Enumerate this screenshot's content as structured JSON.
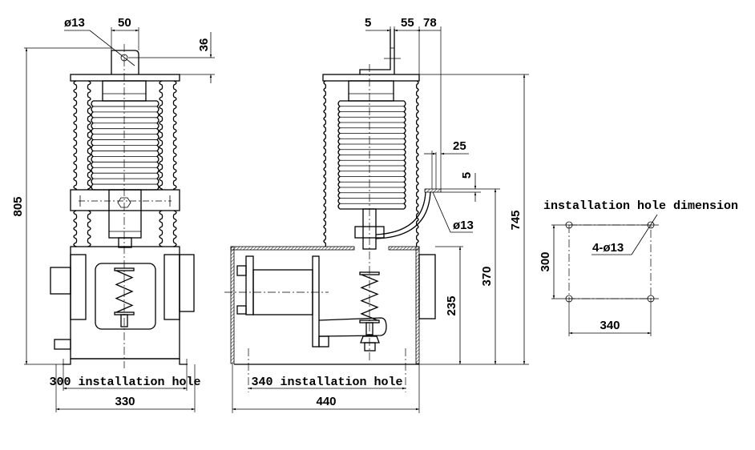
{
  "drawing": {
    "title": "Vacuum contactor outline and installation dimensions",
    "units": "mm",
    "front_view": {
      "hole_label": "ø13",
      "terminal_width": "50",
      "terminal_hole_offset": "36",
      "overall_height": "805",
      "mounting_hole_label": "300 installation hole",
      "base_width": "330"
    },
    "side_view": {
      "dim_5": "5",
      "dim_55": "55",
      "dim_78": "78",
      "terminal_width": "25",
      "terminal_thickness": "5",
      "terminal_hole_label": "ø13",
      "overall_height": "745",
      "terminal_height": "370",
      "box_height": "235",
      "mounting_hole_label": "340 installation hole",
      "base_width": "440"
    },
    "hole_pattern": {
      "title": "installation hole dimension",
      "hole_callout": "4-ø13",
      "vertical_spacing": "300",
      "horizontal_spacing": "340"
    }
  }
}
